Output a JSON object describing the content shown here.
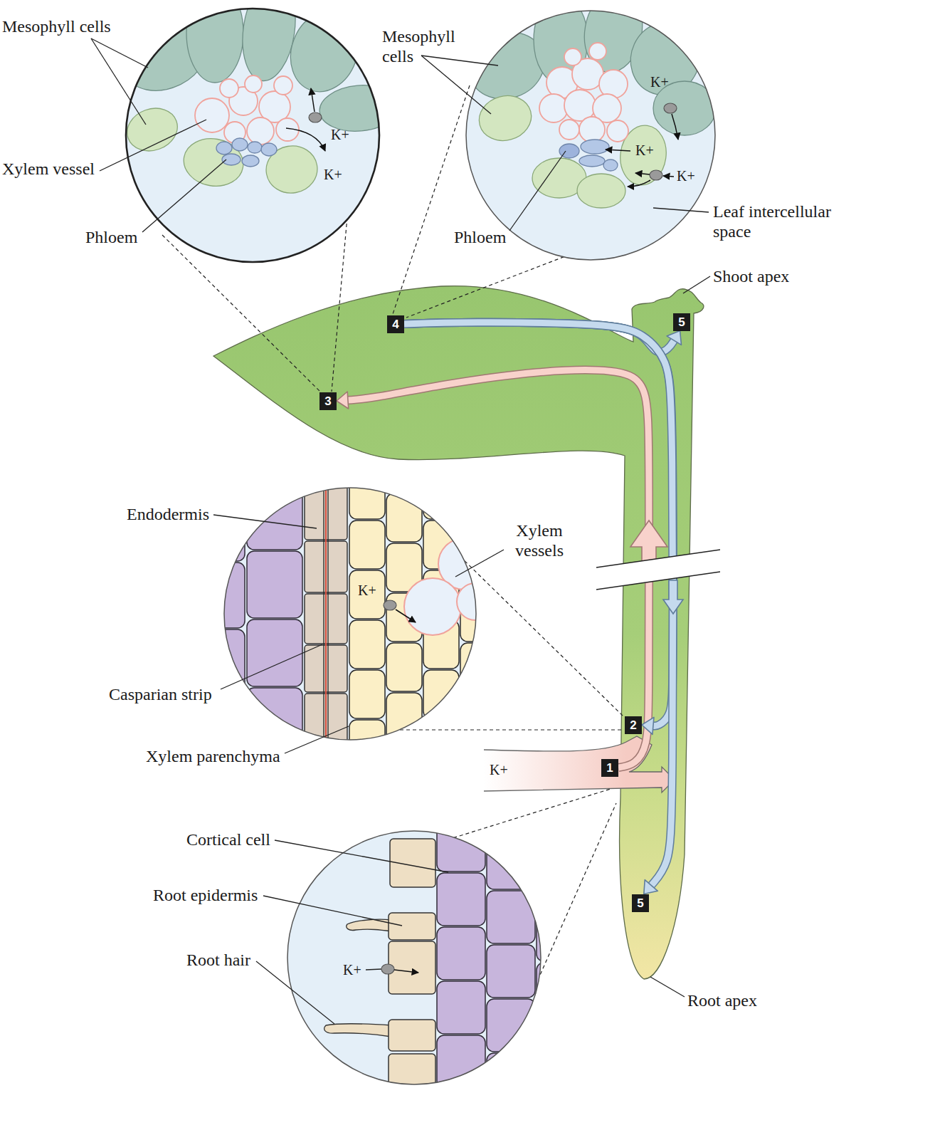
{
  "diagram": {
    "nodes": [
      {
        "text": [
          "4"
        ]
      },
      {
        "text": [
          "5"
        ]
      },
      {
        "text": [
          "3"
        ]
      },
      {
        "text": [
          "2"
        ]
      },
      {
        "text": [
          "1"
        ]
      },
      {
        "text": [
          "5"
        ]
      }
    ],
    "edges": [
      {
        "from": 0,
        "to": 1,
        "arrow": "to"
      },
      {
        "from": 0,
        "to": 3,
        "arrow": "to"
      },
      {
        "from": 0,
        "to": 5,
        "arrow": "to"
      },
      {
        "from": 4,
        "to": 2,
        "arrow": "to"
      }
    ],
    "labels": [
      "Mesophyll cells",
      "Mesophyll cells",
      "K+",
      "Xylem vessel",
      "K+",
      "K+",
      "K+",
      "K+",
      "Phloem",
      "Phloem",
      "Leaf intercellular space",
      "Shoot apex",
      "Endodermis",
      "Xylem vessels",
      "K+",
      "Casparian strip",
      "Xylem parenchyma",
      "K+",
      "Cortical cell",
      "Root epidermis",
      "Root hair",
      "K+",
      "Root apex"
    ]
  }
}
